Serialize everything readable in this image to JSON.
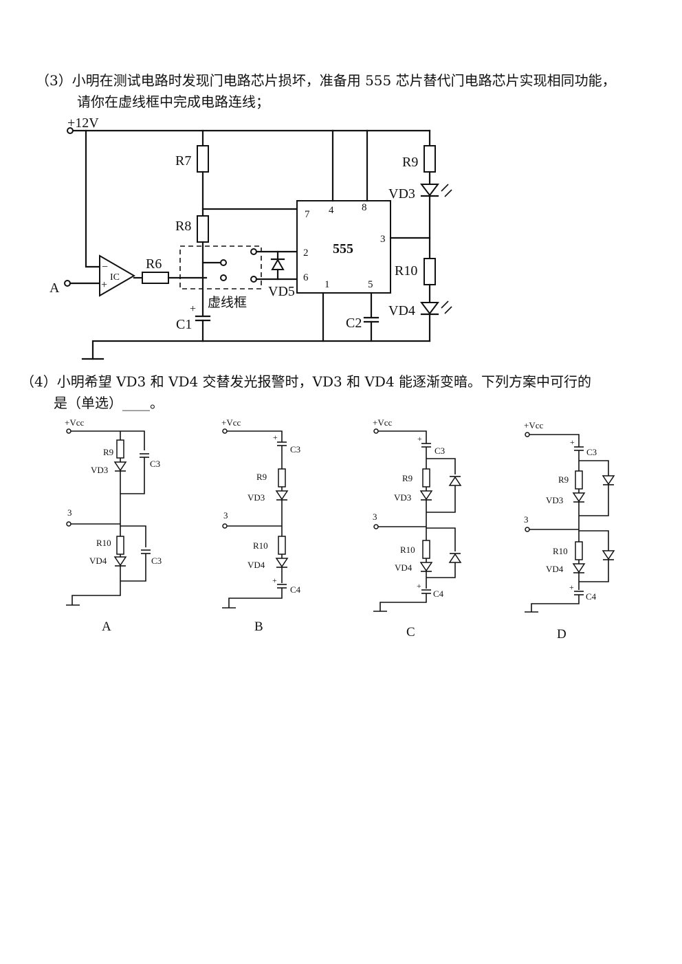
{
  "q3": {
    "line1": "（3）小明在测试电路时发现门电路芯片损坏，准备用 555 芯片替代门电路芯片实现相同功能，",
    "line2": "请你在虚线框中完成电路连线；"
  },
  "circuit": {
    "supply": "+12V",
    "input": "A",
    "ic": "IC",
    "plus": "+",
    "minus": "−",
    "r6": "R6",
    "r7": "R7",
    "r8": "R8",
    "r9": "R9",
    "r10": "R10",
    "c1": "C1",
    "c2": "C2",
    "vd3": "VD3",
    "vd4": "VD4",
    "vd5": "VD5",
    "chip": "555",
    "pin1": "1",
    "pin2": "2",
    "pin3": "3",
    "pin4": "4",
    "pin5": "5",
    "pin6": "6",
    "pin7": "7",
    "pin8": "8",
    "dashed_label": "虚线框"
  },
  "q4": {
    "line1": "（4）小明希望 VD3 和 VD4 交替发光报警时，VD3 和 VD4 能逐渐变暗。下列方案中可行的",
    "line2": "是（单选）____。"
  },
  "options": {
    "vcc": "+Vcc",
    "node3": "3",
    "r9": "R9",
    "r10": "R10",
    "vd3": "VD3",
    "vd4": "VD4",
    "c3": "C3",
    "c4": "C4",
    "plus": "+",
    "a": "A",
    "b": "B",
    "c": "C",
    "d": "D"
  }
}
